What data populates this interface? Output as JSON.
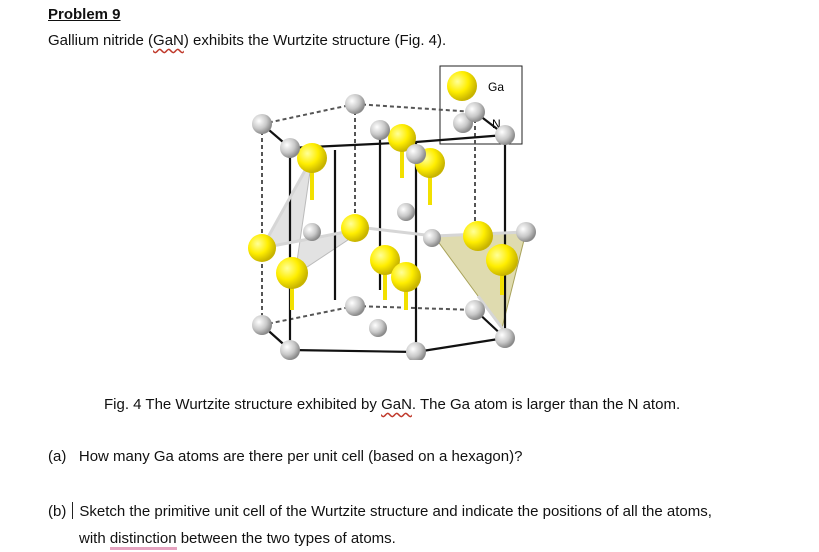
{
  "problem": {
    "title": "Problem 9",
    "intro_prefix": "Gallium nitride (",
    "intro_formula": "GaN",
    "intro_suffix": ") exhibits the Wurtzite structure (Fig. 4)."
  },
  "legend": {
    "items": [
      {
        "label": "Ga",
        "color": "#ffee00"
      },
      {
        "label": "N",
        "color": "#c8c8c8"
      }
    ]
  },
  "caption": {
    "prefix": "Fig. 4 The Wurtzite structure exhibited by ",
    "formula": "GaN",
    "suffix": ". The Ga atom is larger than the N atom."
  },
  "questions": {
    "a_label": "(a)",
    "a_text": "How many Ga atoms are there per unit cell (based on a hexagon)?",
    "b_label": "(b)",
    "b_text_line1": "Sketch the primitive unit cell of the Wurtzite structure and indicate the positions of all the atoms,",
    "b_text_line2_prefix": "with ",
    "b_text_line2_mark": "distinction",
    "b_text_line2_suffix": " between the two types of atoms."
  },
  "colors": {
    "ga": "#ffee00",
    "n": "#c8c8c8",
    "bond_ga": "#f2e000",
    "tetra_gray": "#cfcfcf",
    "tetra_olive": "#c9c37a"
  }
}
